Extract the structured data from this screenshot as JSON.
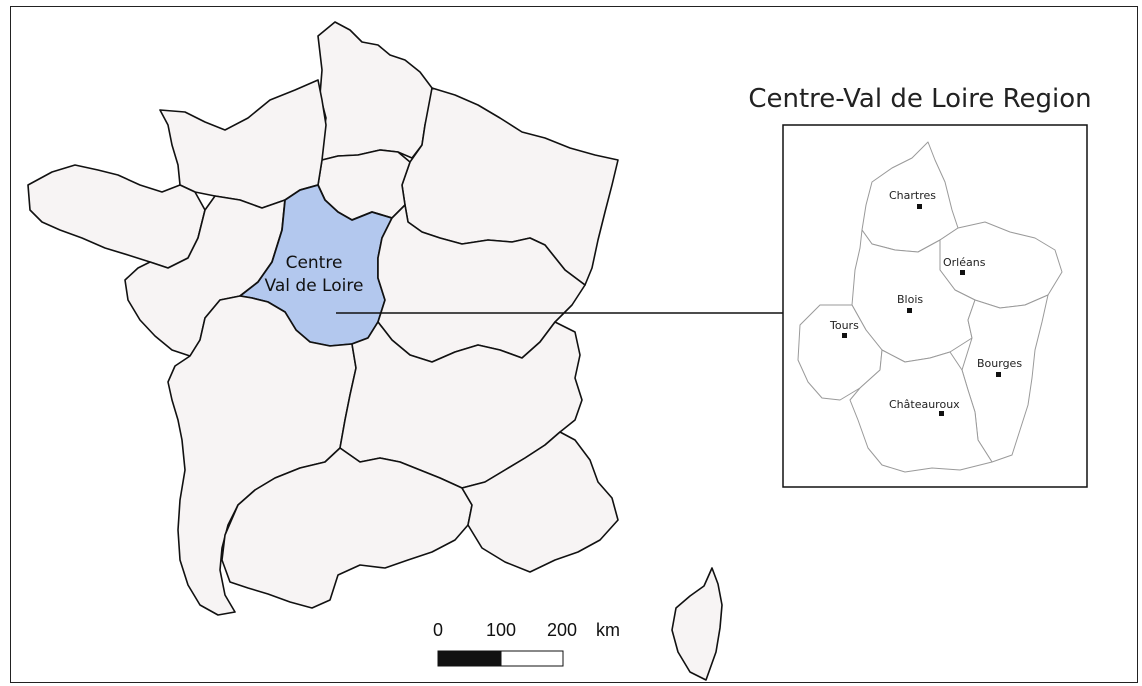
{
  "map": {
    "highlighted_region_label_line1": "Centre",
    "highlighted_region_label_line2": "Val de Loire",
    "highlight_color": "#b3c8ee",
    "region_fill_color": "#f7f4f4"
  },
  "inset": {
    "title": "Centre-Val de Loire Region",
    "cities": [
      {
        "name": "Chartres"
      },
      {
        "name": "Orléans"
      },
      {
        "name": "Blois"
      },
      {
        "name": "Tours"
      },
      {
        "name": "Bourges"
      },
      {
        "name": "Châteauroux"
      }
    ]
  },
  "scale_bar": {
    "ticks": [
      "0",
      "100",
      "200"
    ],
    "unit": "km"
  }
}
